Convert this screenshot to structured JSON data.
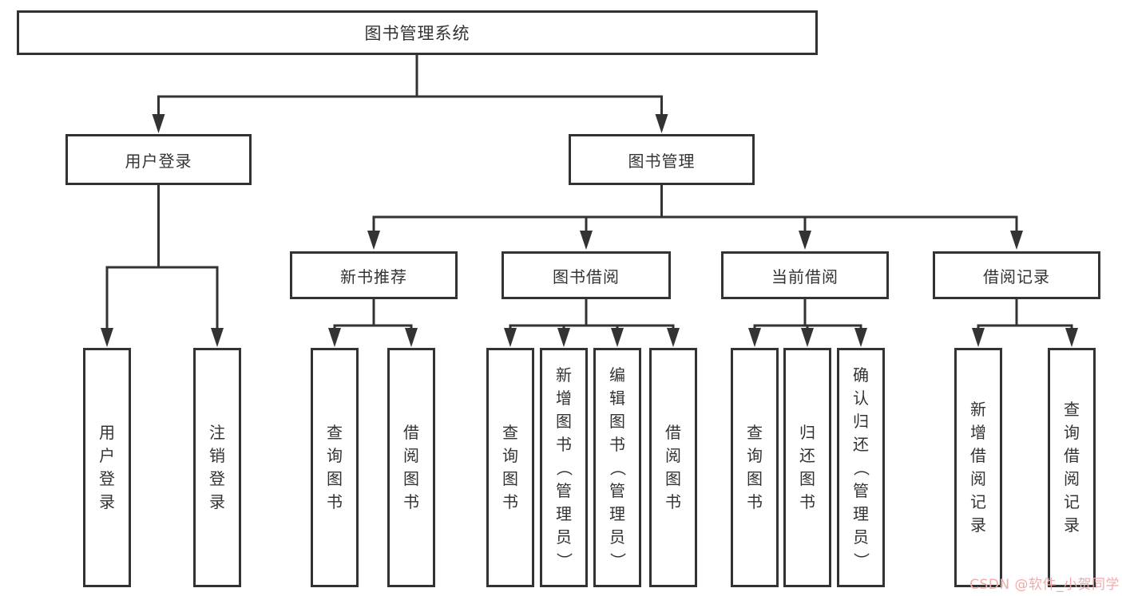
{
  "title": "图书管理系统",
  "branches": [
    {
      "label": "用户登录",
      "children": [
        {
          "label": "用户登录"
        },
        {
          "label": "注销登录"
        }
      ]
    },
    {
      "label": "图书管理",
      "groups": [
        {
          "label": "新书推荐",
          "children": [
            {
              "label": "查询图书"
            },
            {
              "label": "借阅图书"
            }
          ]
        },
        {
          "label": "图书借阅",
          "children": [
            {
              "label": "查询图书"
            },
            {
              "label": "新增图书（管理员）"
            },
            {
              "label": "编辑图书（管理员）"
            },
            {
              "label": "借阅图书"
            }
          ]
        },
        {
          "label": "当前借阅",
          "children": [
            {
              "label": "查询图书"
            },
            {
              "label": "归还图书"
            },
            {
              "label": "确认归还（管理员）"
            }
          ]
        },
        {
          "label": "借阅记录",
          "children": [
            {
              "label": "新增借阅记录"
            },
            {
              "label": "查询借阅记录"
            }
          ]
        }
      ]
    }
  ],
  "watermark": {
    "text": "CSDN @软件_小贺同学",
    "color": "#f2abab"
  },
  "colors": {
    "line": "#333333",
    "box_border": "#333333",
    "box_fill": "#ffffff",
    "text": "#333333"
  }
}
